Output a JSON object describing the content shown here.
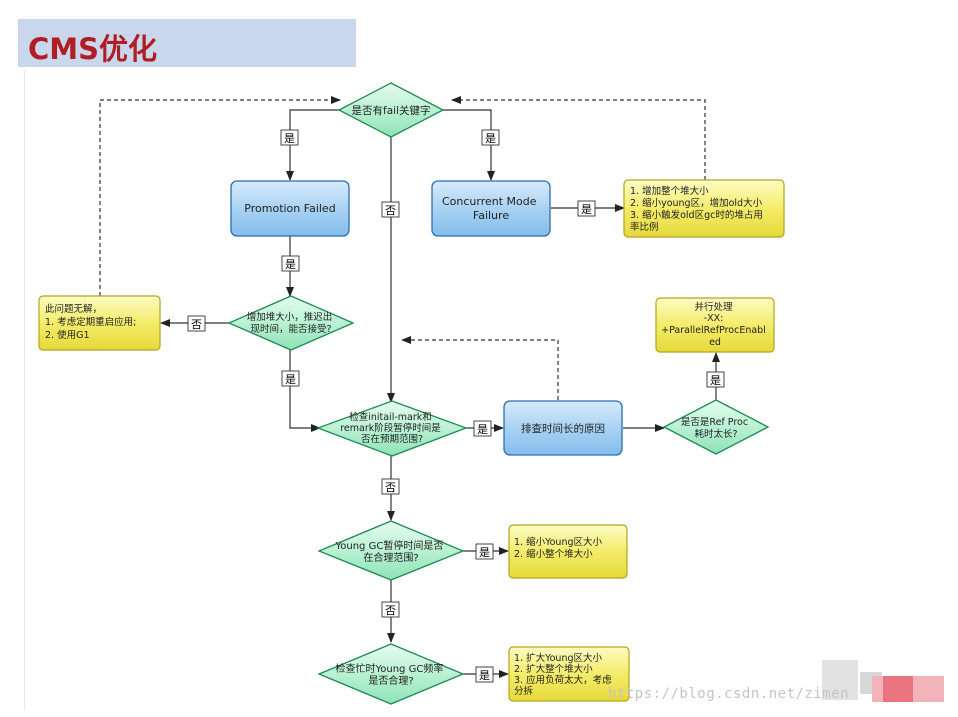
{
  "title": "CMS优化",
  "nodes": {
    "q_fail": [
      "是否有fail关键字"
    ],
    "promotion_failed": [
      "Promotion Failed"
    ],
    "concurrent_failure": [
      "Concurrent Mode",
      "Failure"
    ],
    "note_concurrent": [
      "1. 增加整个堆大小",
      "2. 缩小young区，增加old大小",
      "3. 缩小触发old区gc时的堆占用",
      "率比例"
    ],
    "q_increase_heap": [
      "增加堆大小，推迟出",
      "现时间，能否接受?"
    ],
    "note_unsolvable": [
      "此问题无解，",
      "1. 考虑定期重启应用;",
      "2. 使用G1"
    ],
    "q_remark": [
      "检查initail-mark和",
      "remark阶段暂停时间是",
      "否在预期范围?"
    ],
    "investigate": [
      "排查时间长的原因"
    ],
    "q_ref_proc": [
      "是否是Ref Proc",
      "耗时太长?"
    ],
    "note_parallel": [
      "并行处理",
      "-XX:",
      "+ParallelRefProcEnabl",
      "ed"
    ],
    "q_young_pause": [
      "Young GC暂停时间是否",
      "在合理范围?"
    ],
    "note_young_pause": [
      "1. 缩小Young区大小",
      "2. 缩小整个堆大小"
    ],
    "q_young_freq": [
      "检查忙时Young GC频率",
      "是否合理?"
    ],
    "note_young_freq": [
      "1. 扩大Young区大小",
      "2. 扩大整个堆大小",
      "3. 应用负荷太大，考虑",
      "分拆"
    ]
  },
  "edge_labels": {
    "yes": "是",
    "no": "否"
  },
  "watermark": "https://blog.csdn.net/zimen"
}
